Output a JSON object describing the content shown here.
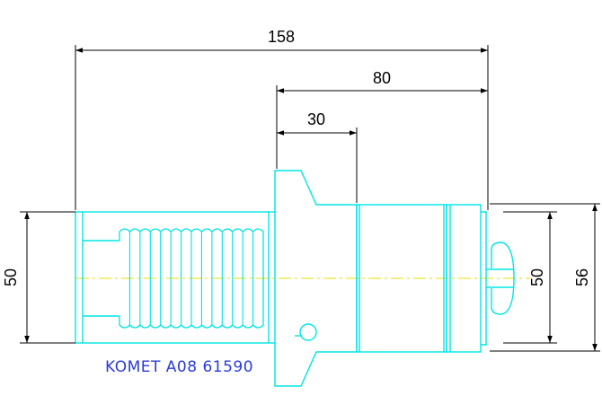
{
  "drawing": {
    "part_label": "KOMET A08 61590",
    "dimensions": {
      "overall_length": "158",
      "rear_length": "80",
      "flange_length": "30",
      "left_diameter": "50",
      "right_diameter": "50",
      "right_outer_diameter": "56"
    },
    "colors": {
      "part_outline": "#00e5e5",
      "centerline": "#e8e000",
      "dimension": "#000000",
      "label": "#2a3bd6"
    }
  }
}
